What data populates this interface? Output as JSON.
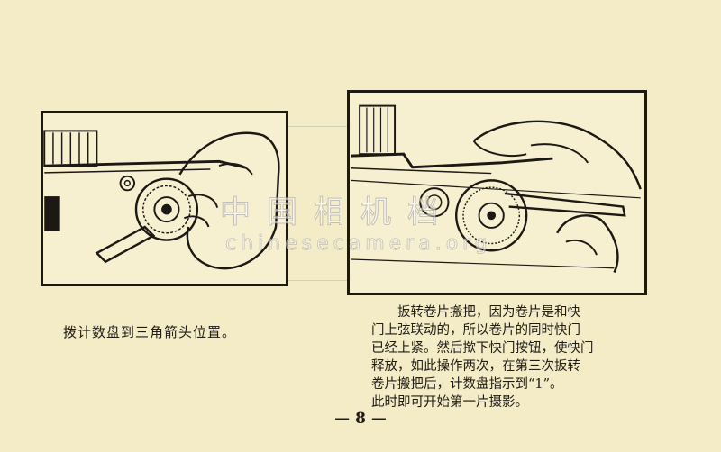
{
  "captions": {
    "left": "拨计数盘到三角箭头位置。",
    "right_lines": [
      "扳转卷片搬把，因为卷片是和快",
      "门上弦联动的，所以卷片的同时快门",
      "已经上紧。然后揿下快门按钮，使快门",
      "释放，如此操作两次，在第三次扳转",
      "卷片搬把后，计数盘指示到“1”。",
      "此时即可开始第一片摄影。"
    ]
  },
  "page_number": "— 8 —",
  "watermark": {
    "cn": "中国相机档",
    "url": "chinesecamera.org"
  },
  "colors": {
    "paper": "#f3ecc6",
    "ink": "#1e1a14"
  }
}
